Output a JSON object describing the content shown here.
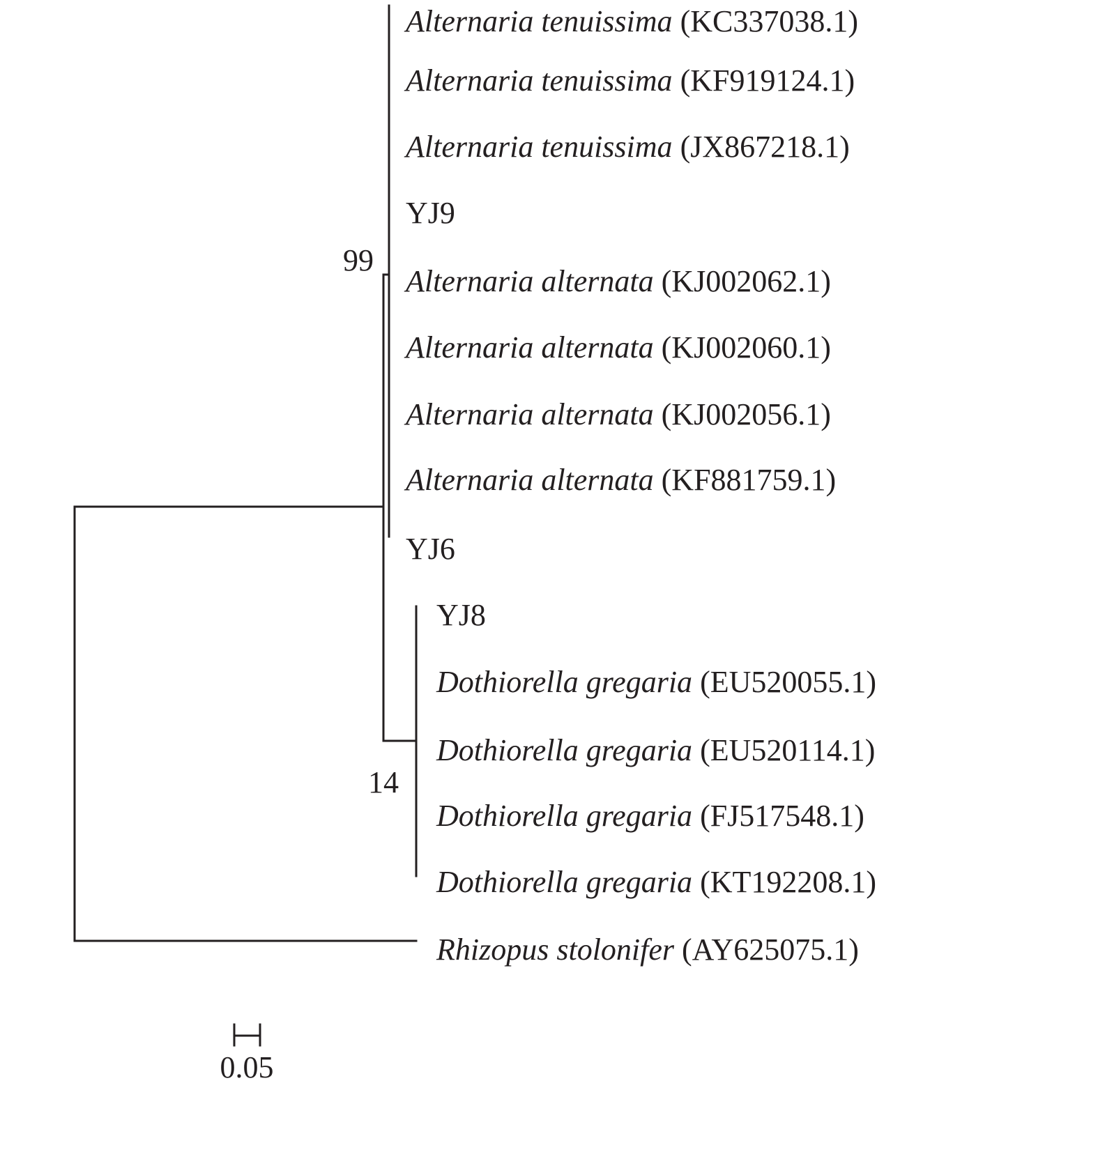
{
  "tree": {
    "taxa": [
      {
        "species": "Alternaria tenuissima",
        "accession": "(KC337038.1)"
      },
      {
        "species": "Alternaria tenuissima",
        "accession": "(KF919124.1)"
      },
      {
        "species": "Alternaria tenuissima",
        "accession": "(JX867218.1)"
      },
      {
        "species": "",
        "accession": "YJ9"
      },
      {
        "species": "Alternaria alternata",
        "accession": "(KJ002062.1)"
      },
      {
        "species": "Alternaria alternata",
        "accession": "(KJ002060.1)"
      },
      {
        "species": "Alternaria alternata",
        "accession": "(KJ002056.1)"
      },
      {
        "species": "Alternaria alternata",
        "accession": "(KF881759.1)"
      },
      {
        "species": "",
        "accession": "YJ6"
      },
      {
        "species": "",
        "accession": "YJ8"
      },
      {
        "species": "Dothiorella gregaria",
        "accession": "(EU520055.1)"
      },
      {
        "species": "Dothiorella gregaria",
        "accession": "(EU520114.1)"
      },
      {
        "species": "Dothiorella gregaria",
        "accession": "(FJ517548.1)"
      },
      {
        "species": "Dothiorella gregaria",
        "accession": "(KT192208.1)"
      },
      {
        "species": "Rhizopus stolonifer",
        "accession": "(AY625075.1)"
      }
    ],
    "bootstrap": {
      "alternaria_clade": "99",
      "dothiorella_clade": "14"
    },
    "scale_bar": {
      "value": 0.05,
      "label": "0.05"
    }
  }
}
